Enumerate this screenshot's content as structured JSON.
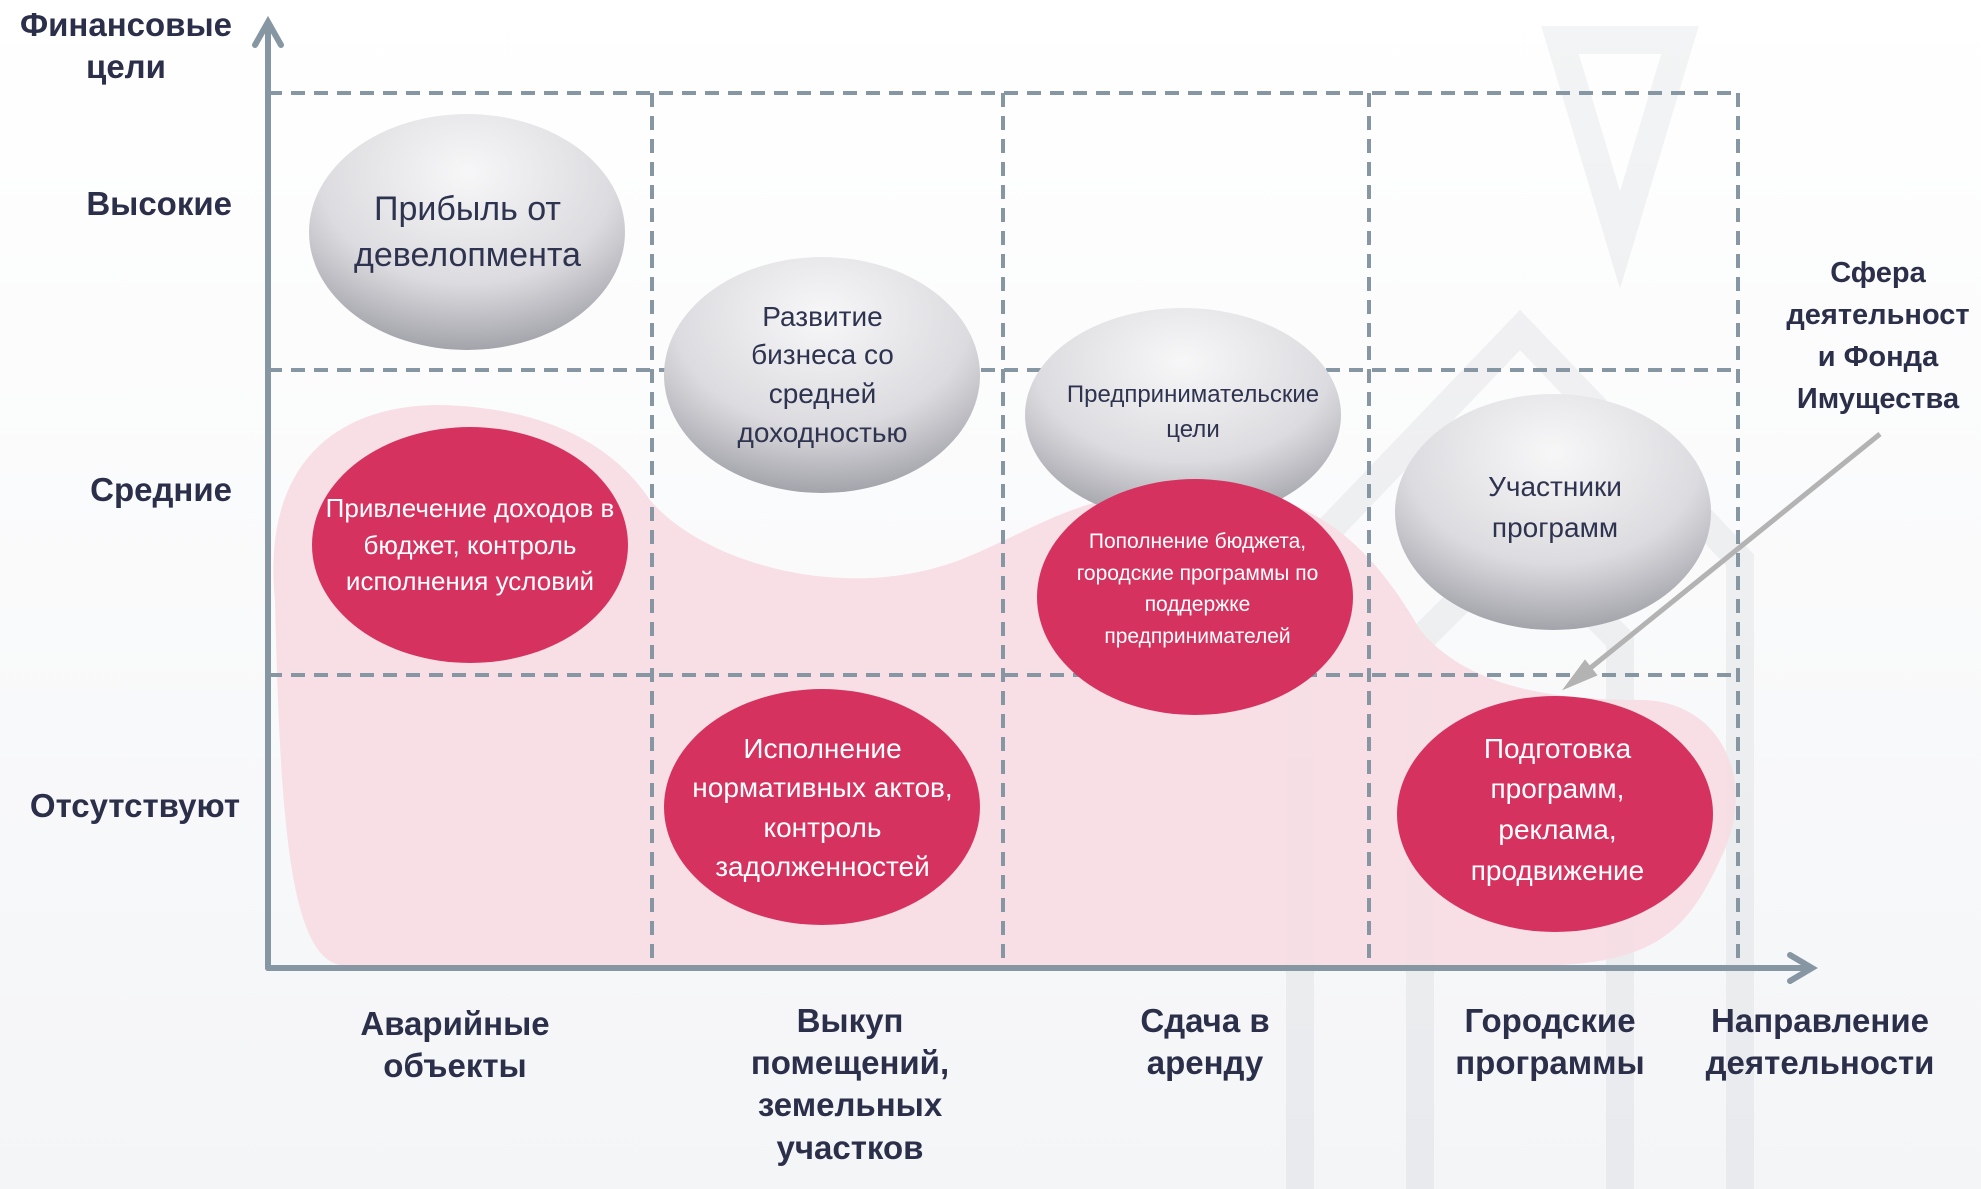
{
  "y_axis": {
    "title": "Финансовые цели",
    "levels": [
      "Высокие",
      "Средние",
      "Отсутствуют"
    ]
  },
  "x_axis": {
    "title": "Направление деятельности",
    "categories": [
      "Аварийные объекты",
      "Выкуп помещений, земельных участков",
      "Сдача в аренду",
      "Городские программы"
    ]
  },
  "callout": {
    "text": "Сфера деятельност и Фонда Имущества"
  },
  "bubbles": [
    {
      "text": "Прибыль от девелопмента",
      "style": "gray",
      "column": "Аварийные объекты",
      "level": "Высокие"
    },
    {
      "text": "Развитие бизнеса со средней доходностью",
      "style": "gray",
      "column": "Выкуп помещений, земельных участков",
      "level": "Средние"
    },
    {
      "text": "Предпринимательские цели",
      "style": "gray",
      "column": "Сдача в аренду",
      "level": "Средние"
    },
    {
      "text": "Участники программ",
      "style": "gray",
      "column": "Городские программы",
      "level": "Средние"
    },
    {
      "text": "Привлечение доходов в бюджет, контроль исполнения условий",
      "style": "pink",
      "column": "Аварийные объекты",
      "level": "Средние"
    },
    {
      "text": "Пополнение бюджета, городские программы по поддержке предпринимателей",
      "style": "pink",
      "column": "Сдача в аренду",
      "level": "Средние"
    },
    {
      "text": "Исполнение нормативных актов, контроль задолженностей",
      "style": "pink",
      "column": "Выкуп помещений, земельных участков",
      "level": "Отсутствуют"
    },
    {
      "text": "Подготовка программ, реклама, продвижение",
      "style": "pink",
      "column": "Городские программы",
      "level": "Отсутствуют"
    }
  ],
  "colors": {
    "axis": "#8796a3",
    "grid": "#8796a3",
    "label": "#2b2f4a",
    "pink": "#d6325f",
    "pink_region": "#f7dde4",
    "gray_light": "#f2f2f4",
    "gray_dark": "#8e8e97",
    "arrow": "#b3b3b3"
  }
}
